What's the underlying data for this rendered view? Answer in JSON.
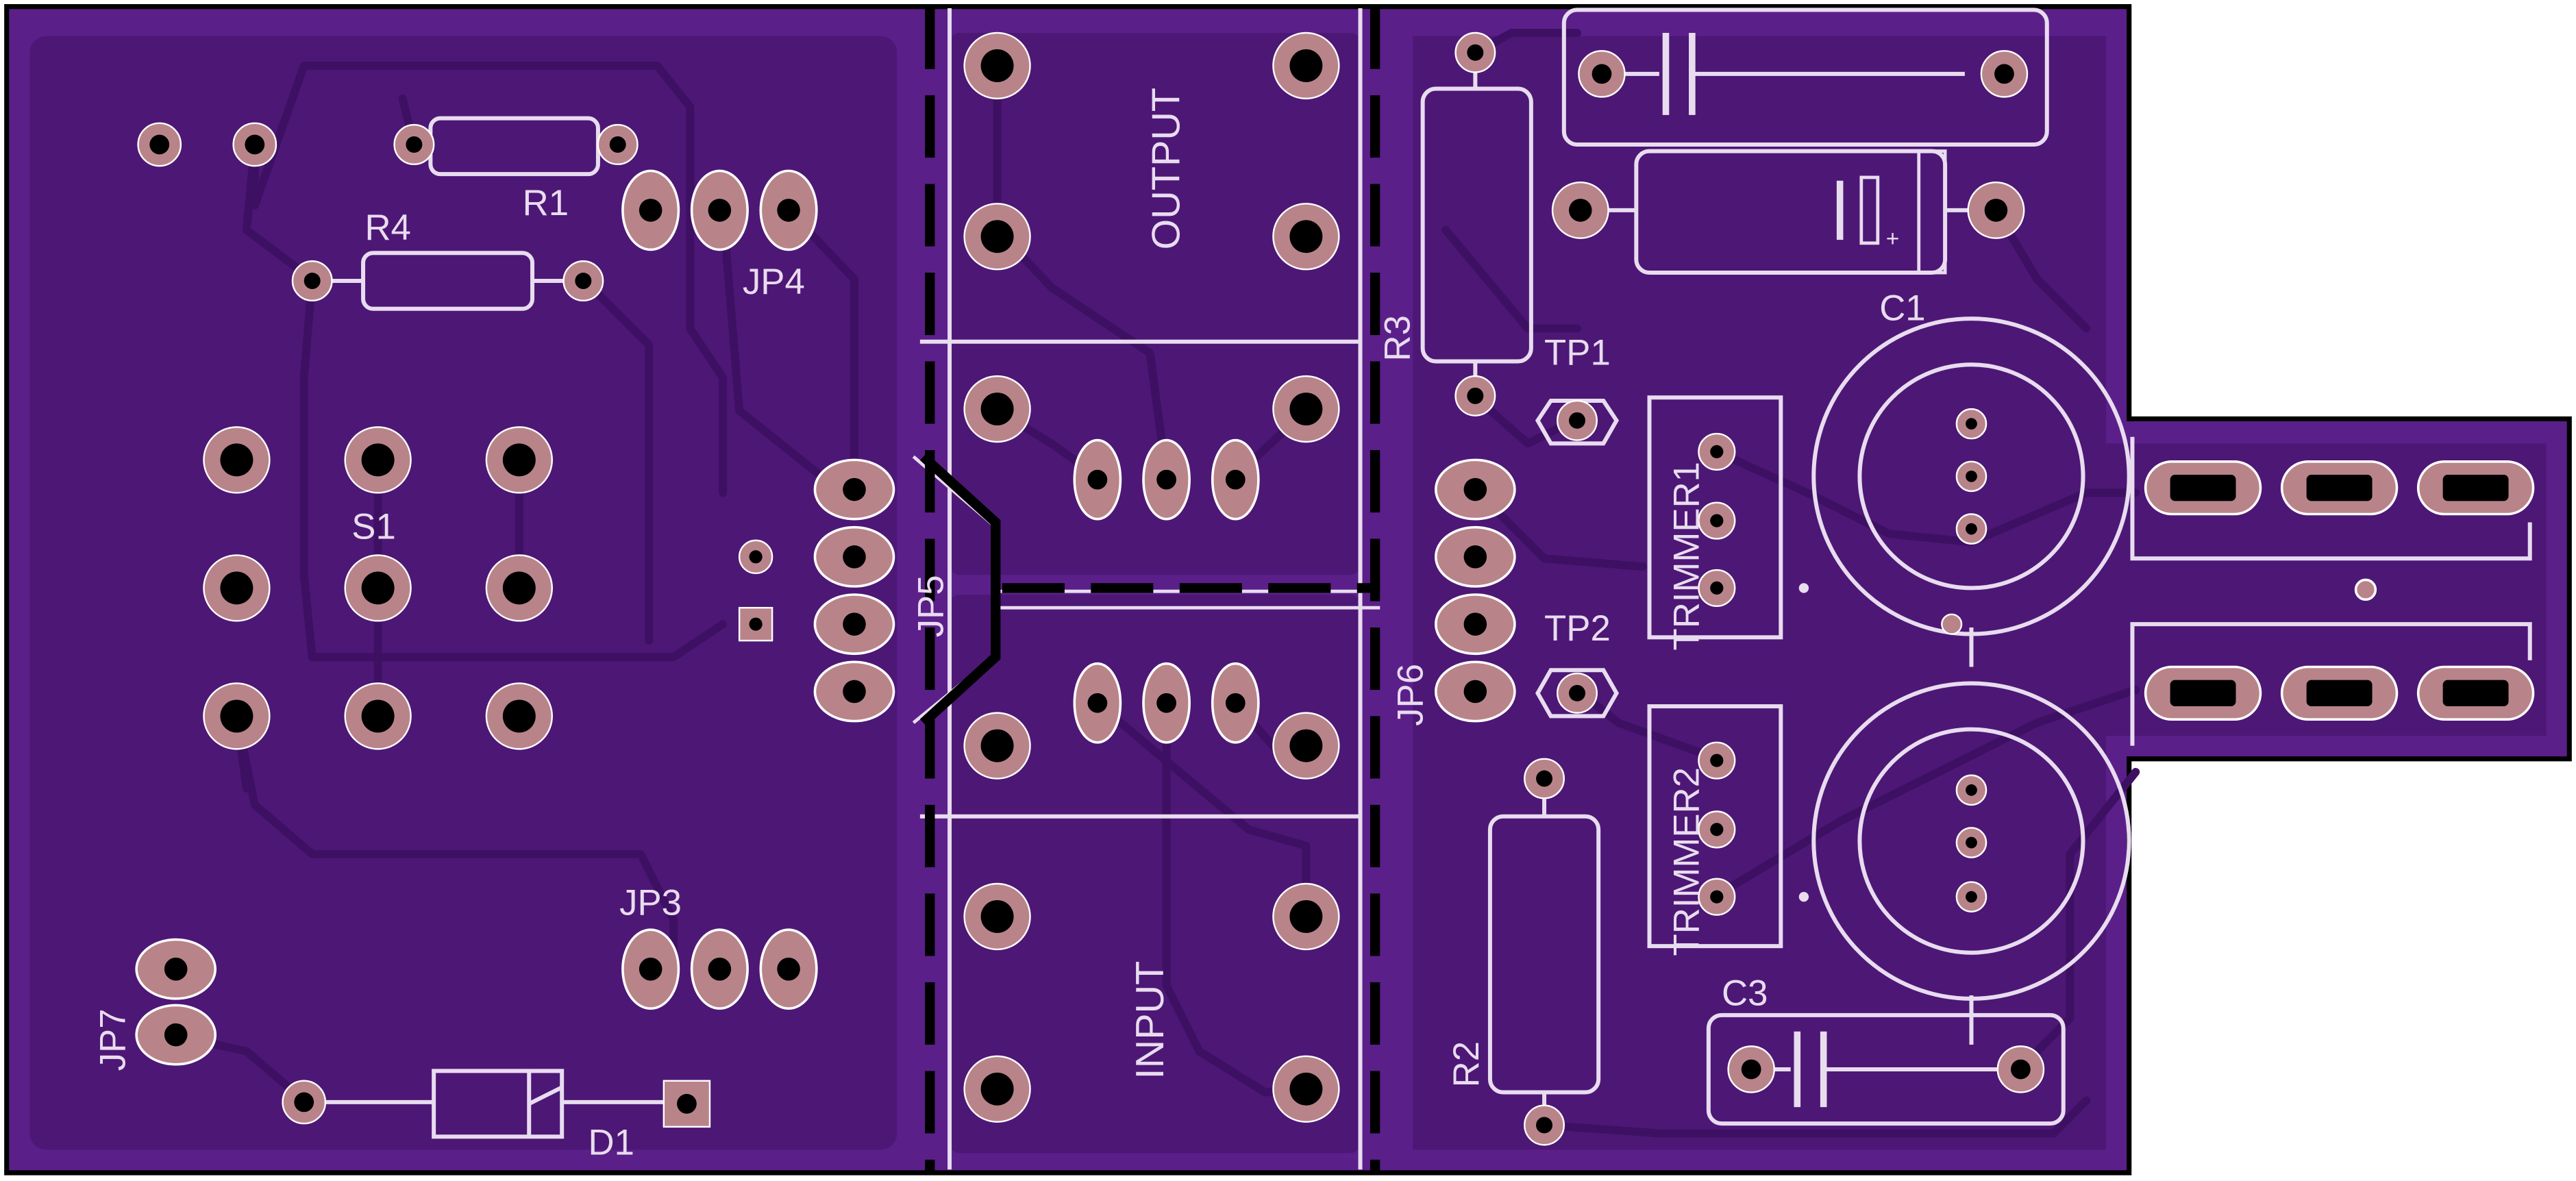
{
  "colors": {
    "substrate": "#5b1f8a",
    "copper_pour": "#4d1776",
    "trace": "#3e1063",
    "pad": "#b8848a",
    "drill": "#000000",
    "silkscreen": "#e8dcef",
    "outline": "#000000"
  },
  "labels": {
    "r1": "R1",
    "r4": "R4",
    "jp4": "JP4",
    "s1": "S1",
    "jp5": "JP5",
    "jp3": "JP3",
    "jp7": "JP7",
    "d1": "D1",
    "output": "OUTPUT",
    "input": "INPUT",
    "r3": "R3",
    "tp1": "TP1",
    "tp2": "TP2",
    "jp6": "JP6",
    "trimmer1": "TRIMMER1",
    "trimmer2": "TRIMMER2",
    "c1": "C1",
    "c3": "C3",
    "r2": "R2",
    "plus": "+"
  }
}
